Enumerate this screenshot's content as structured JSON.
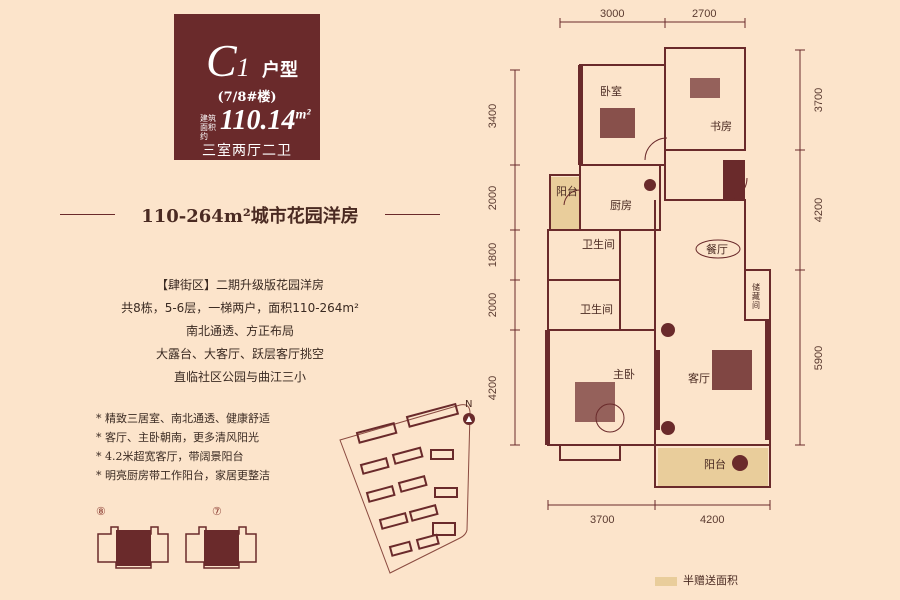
{
  "badge": {
    "unit_letter": "C",
    "unit_number": "1",
    "unit_suffix": "户型",
    "buildings": "(7/8#楼)",
    "area_label": "建筑面积约",
    "area_value": "110.14",
    "area_unit": "m²",
    "layout": "三室两厅二卫"
  },
  "slogan": "110-264m²城市花园洋房",
  "features": [
    "【肆街区】二期升级版花园洋房",
    "共8栋，5-6层，一梯两户，面积110-264m²",
    "南北通透、方正布局",
    "大露台、大客厅、跃层客厅挑空",
    "直临社区公园与曲江三小"
  ],
  "bullets": [
    "* 精致三居室、南北通透、健康舒适",
    "* 客厅、主卧朝南，更多清风阳光",
    "* 4.2米超宽客厅，带阔景阳台",
    "* 明亮厨房带工作阳台，家居更整洁"
  ],
  "key_plan": {
    "labels": [
      "⑧",
      "⑦"
    ]
  },
  "site_plan": {
    "north": "N"
  },
  "dimensions": {
    "top": [
      "3000",
      "2700"
    ],
    "bottom": [
      "3700",
      "4200"
    ],
    "left": [
      "3400",
      "2000",
      "1800",
      "2000",
      "4200"
    ],
    "right": [
      "3700",
      "4200",
      "5900"
    ]
  },
  "rooms": {
    "bedroom": "卧室",
    "study": "书房",
    "balcony_small": "阳台",
    "kitchen": "厨房",
    "bath1": "卫生间",
    "bath2": "卫生间",
    "dining": "餐厅",
    "storage": "储藏间",
    "master": "主卧",
    "living": "客厅",
    "balcony": "阳台"
  },
  "legend": {
    "label": "半赠送面积",
    "color": "#e9cd9b"
  },
  "colors": {
    "background": "#fce4cb",
    "brand": "#6a2a2b"
  }
}
